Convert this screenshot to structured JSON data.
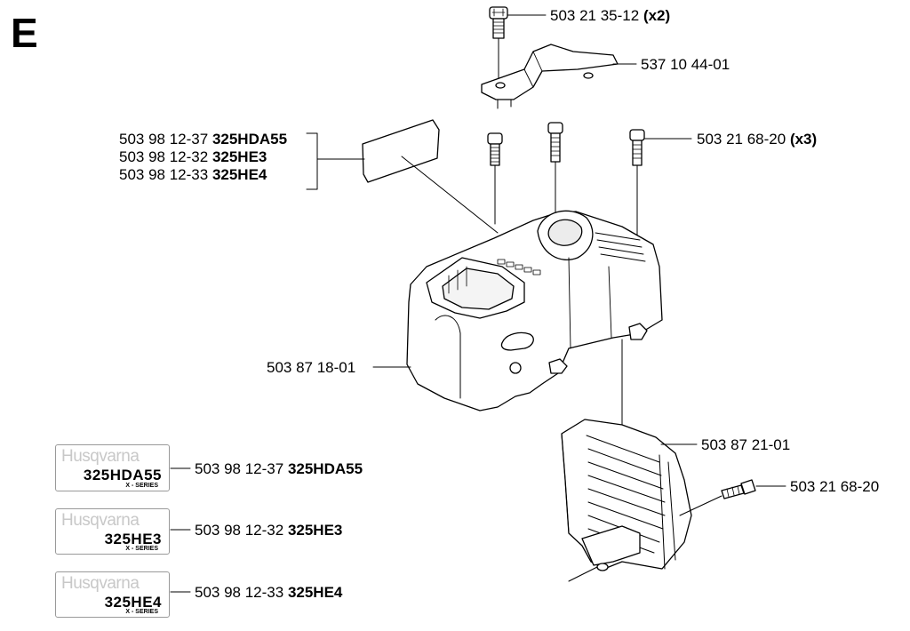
{
  "section": "E",
  "labels": {
    "screw_top": {
      "part": "503 21 35-12",
      "qty": "(x2)"
    },
    "bracket": {
      "part": "537 10 44-01"
    },
    "screws_mid": {
      "part": "503 21 68-20",
      "qty": "(x3)"
    },
    "decal_group": [
      {
        "part": "503 98 12-37",
        "model": "325HDA55"
      },
      {
        "part": "503 98 12-32",
        "model": "325HE3"
      },
      {
        "part": "503 98 12-33",
        "model": "325HE4"
      }
    ],
    "cover": {
      "part": "503 87 18-01"
    },
    "guard": {
      "part": "503 87 21-01"
    },
    "screw_side": {
      "part": "503 21 68-20"
    }
  },
  "decals": [
    {
      "brand": "Husqvarna",
      "model": "325HDA55",
      "series": "X - SERIES",
      "part": "503 98 12-37",
      "label": "325HDA55"
    },
    {
      "brand": "Husqvarna",
      "model": "325HE3",
      "series": "X - SERIES",
      "part": "503 98 12-32",
      "label": "325HE3"
    },
    {
      "brand": "Husqvarna",
      "model": "325HE4",
      "series": "X - SERIES",
      "part": "503 98 12-33",
      "label": "325HE4"
    }
  ]
}
